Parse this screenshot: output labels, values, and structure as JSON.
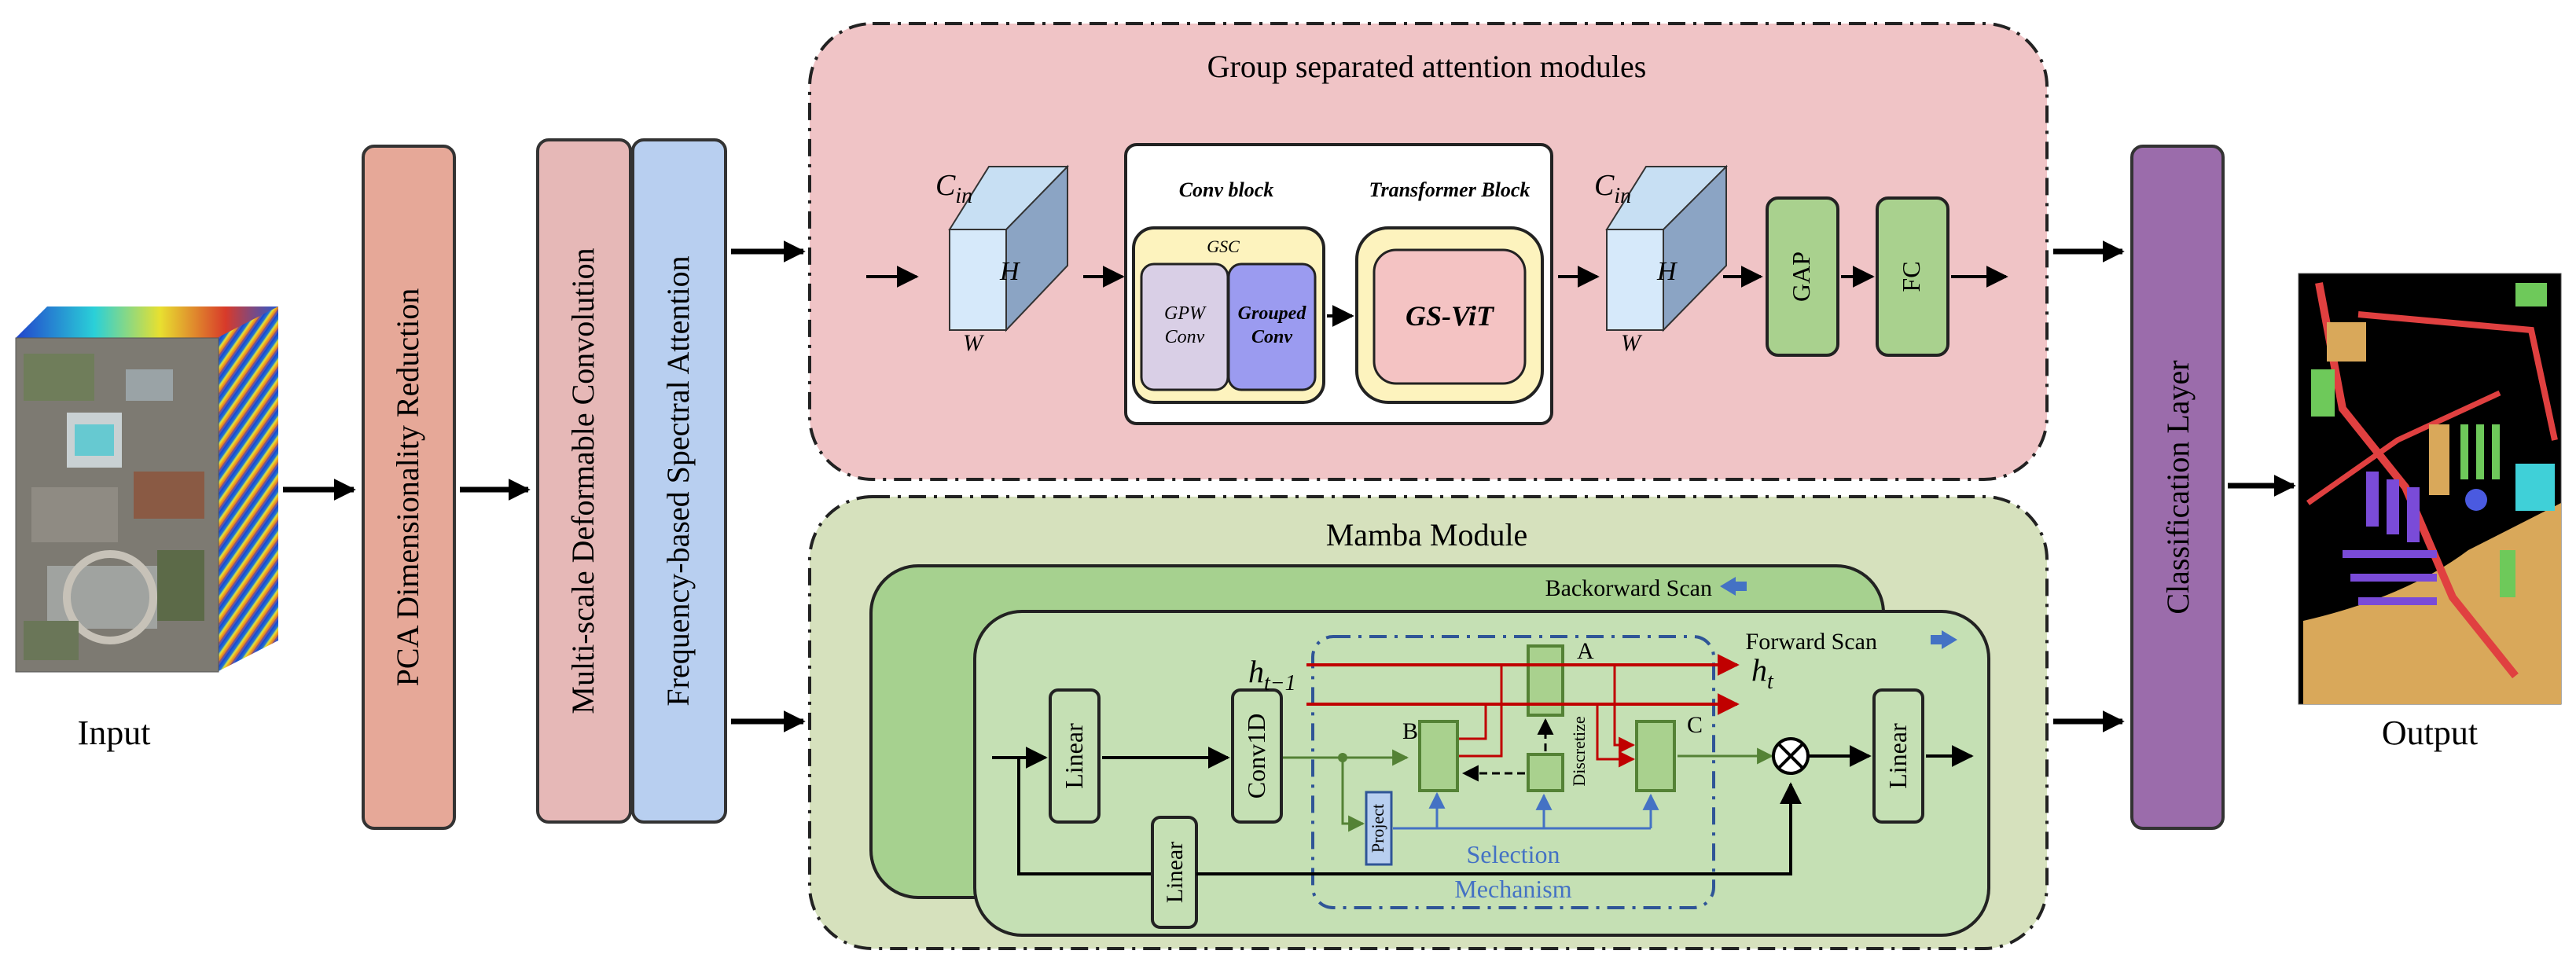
{
  "input": {
    "label": "Input"
  },
  "output": {
    "label": "Output"
  },
  "pipeline": {
    "pca": "PCA Dimensionality Reduction",
    "msdc": "Multi-scale Deformable Convolution",
    "fbsa": "Frequency-based Spectral Attention",
    "classification": "Classification Layer"
  },
  "gsa": {
    "title": "Group separated attention modules",
    "cube_label_c": "C",
    "cube_label_c_sub": "in",
    "cube_label_h": "H",
    "cube_label_w": "W",
    "conv_block": "Conv block",
    "transformer_block": "Transformer Block",
    "gsc": "GSC",
    "gpw_line1": "GPW",
    "gpw_line2": "Conv",
    "grouped_line1": "Grouped",
    "grouped_line2": "Conv",
    "gsvit": "GS-ViT",
    "gap": "GAP",
    "fc": "FC"
  },
  "mamba": {
    "title": "Mamba Module",
    "backward_scan": "Backorward Scan",
    "forward_scan": "Forward Scan",
    "linear": "Linear",
    "conv1d": "Conv1D",
    "project": "Project",
    "discretize": "Discretize",
    "h_prev": "h",
    "h_prev_sub": "t−1",
    "h_t": "h",
    "h_t_sub": "t",
    "a": "A",
    "b": "B",
    "c": "C",
    "selection_line1": "Selection",
    "selection_line2": "Mechanism"
  },
  "colors": {
    "pca_fill": "#e6a898",
    "msdc_fill": "#e6b8b7",
    "fbsa_fill": "#b8cff0",
    "cls_fill": "#9b6cab",
    "gsa_fill": "#f0c4c6",
    "mamba_fill": "#d6e1bd",
    "mamba_back": "#a6d18f",
    "mamba_front": "#c5e0b4",
    "green_block": "#a9d18e",
    "red_line": "#c00000",
    "blue_line": "#4472c4"
  }
}
